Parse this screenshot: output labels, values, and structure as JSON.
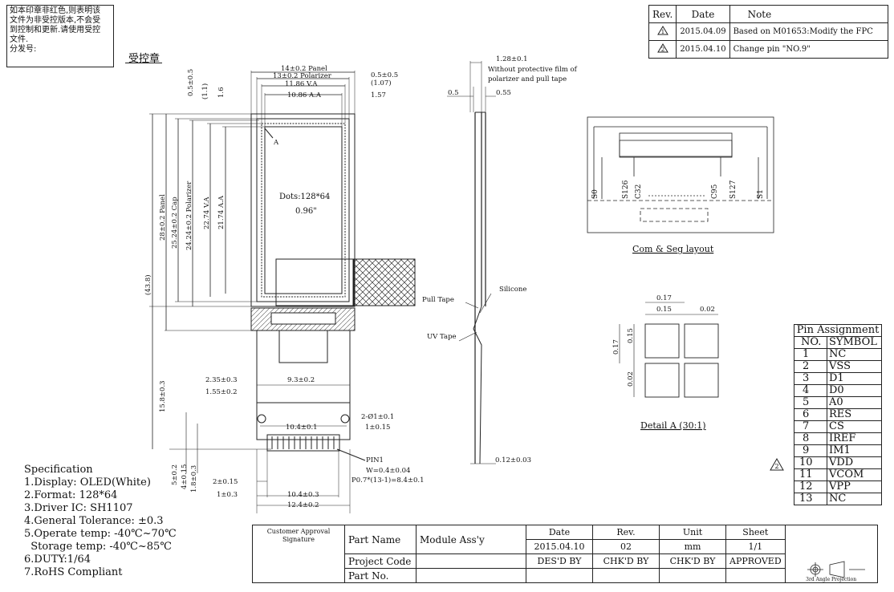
{
  "stamp_note": [
    "如本印章非红色,则表明该",
    "文件为非受控版本,不会受",
    "到控制和更新.请使用受控",
    "文件.",
    "分发号:"
  ],
  "controlled_label": "受控章",
  "revision_table": {
    "headers": [
      "Rev.",
      "Date",
      "Note"
    ],
    "rows": [
      {
        "rev": "1",
        "date": "2015.04.09",
        "note": "Based on M01653:Modify the FPC"
      },
      {
        "rev": "2",
        "date": "2015.04.10",
        "note": "Change pin \"NO.9\""
      }
    ]
  },
  "front_view": {
    "dims_top": [
      "14±0.2 Panel",
      "13±0.2 Polarizer",
      "11.86 V.A",
      "10.86 A.A",
      "0.5±0.5",
      "(1.07)",
      "1.57"
    ],
    "dims_left": [
      "0.5±0.5",
      "(1.1)",
      "1.6",
      "(43.8)",
      "28±0.2 Panel",
      "25.24±0.2 Cap",
      "24.24±0.2 Polarizer",
      "22.74 V.A",
      "21.74 A.A",
      "15.8±0.3",
      "5±0.2",
      "4±0.15",
      "1.8±0.3"
    ],
    "marker_a": "A",
    "center_text_1": "Dots:128*64",
    "center_text_2": "0.96\"",
    "fpc_dims": [
      "2.35±0.3",
      "1.55±0.2",
      "9.3±0.2",
      "10.4±0.1",
      "2-Ø1±0.1",
      "1±0.15",
      "PIN1",
      "W=0.4±0.04",
      "P0.7*(13-1)=8.4±0.1",
      "2±0.15",
      "1±0.3",
      "10.4±0.3",
      "12.4±0.2"
    ]
  },
  "side_view": {
    "dims": [
      "1.28±0.1",
      "Without protective film of",
      "polarizer and pull tape",
      "0.5",
      "0.55",
      "0.12±0.03"
    ],
    "labels": [
      "Pull Tape",
      "Silicone",
      "UV Tape"
    ]
  },
  "com_seg_layout": {
    "labels": [
      "S0",
      "S126",
      "C32",
      "C95",
      "S127",
      "S1"
    ],
    "caption": "Com & Seg layout"
  },
  "detail_a": {
    "dims": [
      "0.17",
      "0.15",
      "0.02",
      "0.17",
      "0.15",
      "0.02"
    ],
    "caption": "Detail A (30:1)"
  },
  "pin_assignment": {
    "title": "Pin Assignment",
    "headers": [
      "NO.",
      "SYMBOL"
    ],
    "rows": [
      [
        "1",
        "NC"
      ],
      [
        "2",
        "VSS"
      ],
      [
        "3",
        "D1"
      ],
      [
        "4",
        "D0"
      ],
      [
        "5",
        "A0"
      ],
      [
        "6",
        "RES"
      ],
      [
        "7",
        "CS"
      ],
      [
        "8",
        "IREF"
      ],
      [
        "9",
        "IM1"
      ],
      [
        "10",
        "VDD"
      ],
      [
        "11",
        "VCOM"
      ],
      [
        "12",
        "VPP"
      ],
      [
        "13",
        "NC"
      ]
    ],
    "rev_marker": "2"
  },
  "specification": {
    "title": "Specification",
    "items": [
      "1.Display: OLED(White)",
      "2.Format: 128*64",
      "3.Driver IC: SH1107",
      "4.General Tolerance: ±0.3",
      "5.Operate temp: -40℃~70℃",
      "  Storage temp: -40℃~85℃",
      "6.DUTY:1/64",
      "7.RoHS Compliant"
    ]
  },
  "title_block": {
    "customer_approval": "Customer Approval",
    "signature": "Signature",
    "part_name_label": "Part Name",
    "part_name_value": "Module Ass'y",
    "project_code_label": "Project Code",
    "part_no_label": "Part No.",
    "headers": [
      "Date",
      "Rev.",
      "Unit",
      "Sheet"
    ],
    "values": [
      "2015.04.10",
      "02",
      "mm",
      "1/1"
    ],
    "signoff": [
      "DES'D BY",
      "CHK'D BY",
      "CHK'D BY",
      "APPROVED"
    ],
    "projection": "3rd Angle Projection"
  }
}
